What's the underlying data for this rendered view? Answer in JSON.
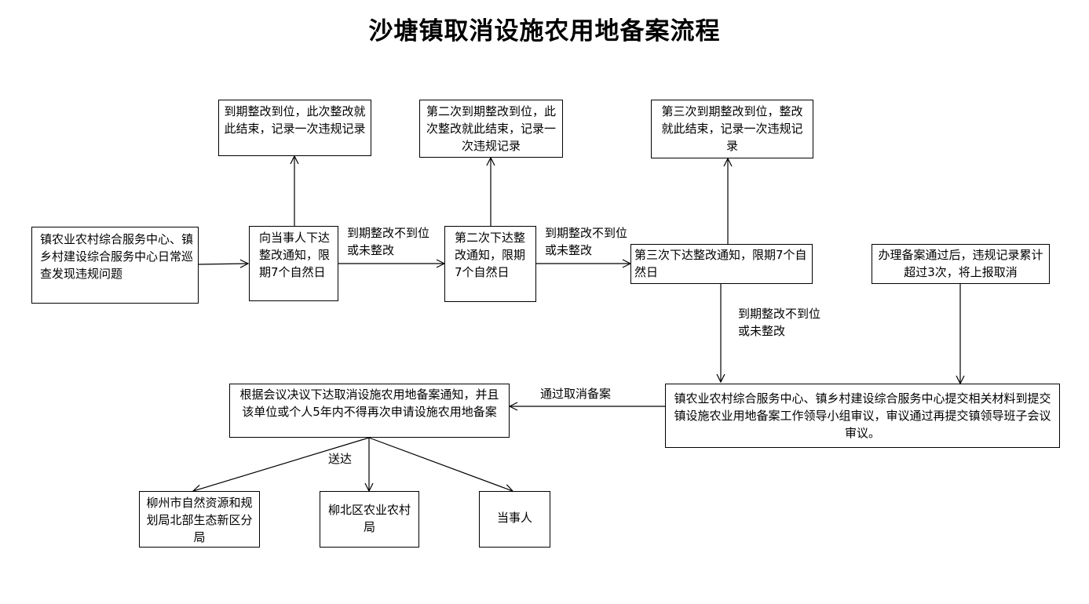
{
  "title": "沙塘镇取消设施农用地备案流程",
  "boxes": {
    "inspect": "镇农业农村综合服务中心、镇乡村建设综合服务中心日常巡查发现违规问题",
    "notice1": "向当事人下达整改通知，限期7个自然日",
    "result1": "到期整改到位，此次整改就此结束，记录一次违规记录",
    "notice2": "第二次下达整改通知，限期7个自然日",
    "result2": "第二次到期整改到位，此次整改就此结束，记录一次违规记录",
    "notice3": "第三次下达整改通知，限期7个自然日",
    "result3": "第三次到期整改到位，整改就此结束，记录一次违规记录",
    "filing": "办理备案通过后，违规记录累计超过3次，将上报取消",
    "review": "镇农业农村综合服务中心、镇乡村建设综合服务中心提交相关材料到提交镇设施农业用地备案工作领导小组审议，审议通过再提交镇领导班子会议审议。",
    "cancel": "根据会议决议下达取消设施农用地备案通知，并且该单位或个人5年内不得再次申请设施农用地备案",
    "dept1": "柳州市自然资源和规划局北部生态新区分局",
    "dept2": "柳北区农业农村局",
    "dept3": "当事人"
  },
  "labels": {
    "fail1": "到期整改不到位或未整改",
    "fail2": "到期整改不到位或未整改",
    "fail3": "到期整改不到位或未整改",
    "pass": "通过取消备案",
    "deliver": "送达"
  }
}
